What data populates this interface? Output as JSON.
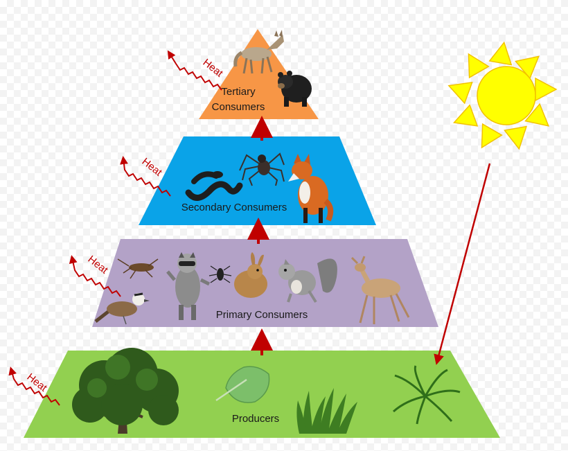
{
  "colors": {
    "tertiary": "#f79646",
    "secondary": "#0aa3e8",
    "primary": "#b3a2c7",
    "producers": "#92d050",
    "arrow": "#c00000",
    "sun": "#ffff00",
    "sun_stroke": "#f2c200"
  },
  "levels": {
    "tertiary": {
      "line1": "Tertiary",
      "line2": "Consumers"
    },
    "secondary": {
      "label": "Secondary Consumers"
    },
    "primary": {
      "label": "Primary Consumers"
    },
    "producers": {
      "label": "Producers"
    }
  },
  "heat": [
    "Heat",
    "Heat",
    "Heat",
    "Heat"
  ],
  "organisms": {
    "tertiary": [
      "coyote",
      "black-bear"
    ],
    "secondary": [
      "snake",
      "spider",
      "red-fox"
    ],
    "primary": [
      "cricket",
      "sparrow",
      "raccoon",
      "beetle",
      "rabbit",
      "squirrel",
      "deer"
    ],
    "producers": [
      "tree",
      "leaf",
      "grass",
      "fern"
    ]
  }
}
